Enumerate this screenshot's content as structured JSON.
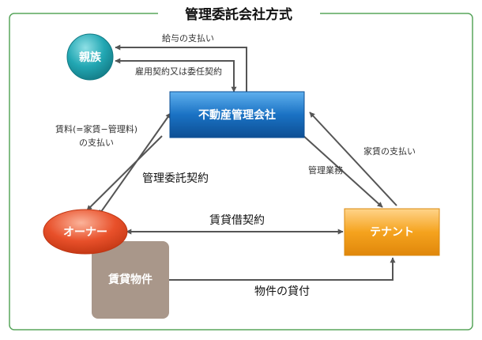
{
  "title": "管理委託会社方式",
  "colors": {
    "frame": "#58a55c",
    "arrow": "#555555",
    "relative": "#1b9aa6",
    "company": "#1a72c4",
    "owner": "#e8502a",
    "tenant": "#f5a31e",
    "property": "#a9978a"
  },
  "nodes": {
    "relative": "親族",
    "company": "不動産管理会社",
    "owner": "オーナー",
    "tenant": "テナント",
    "property": "賃貸物件"
  },
  "labels": {
    "salary": "給与の支払い",
    "employment": "雇用契約又は委任契約",
    "rent_fee_line1": "賃料(=家賃−管理料)",
    "rent_fee_line2": "の支払い",
    "management_contract": "管理委託契約",
    "rent_payment": "家賃の支払い",
    "management_work": "管理業務",
    "lease_contract": "賃貸借契約",
    "property_lending": "物件の貸付"
  }
}
